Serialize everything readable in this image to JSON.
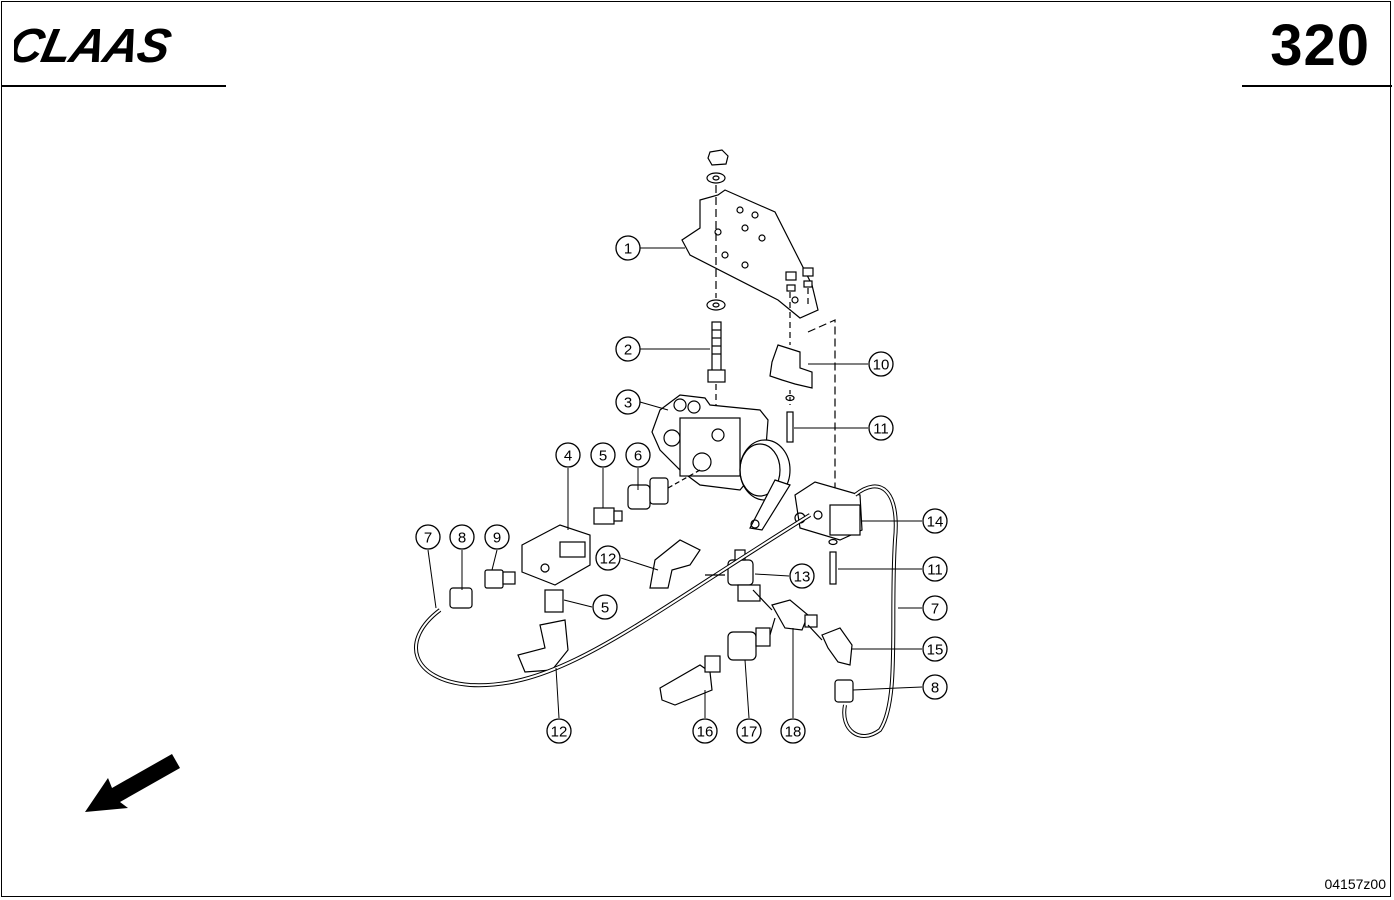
{
  "brand": "CLAAS",
  "page_number": "320",
  "drawing_code": "04157z00",
  "callouts": [
    {
      "label": "1"
    },
    {
      "label": "2"
    },
    {
      "label": "3"
    },
    {
      "label": "4"
    },
    {
      "label": "5"
    },
    {
      "label": "6"
    },
    {
      "label": "10"
    },
    {
      "label": "11"
    },
    {
      "label": "7"
    },
    {
      "label": "8"
    },
    {
      "label": "9"
    },
    {
      "label": "12"
    },
    {
      "label": "5"
    },
    {
      "label": "13"
    },
    {
      "label": "14"
    },
    {
      "label": "11"
    },
    {
      "label": "7"
    },
    {
      "label": "15"
    },
    {
      "label": "8"
    },
    {
      "label": "12"
    },
    {
      "label": "16"
    },
    {
      "label": "17"
    },
    {
      "label": "18"
    }
  ],
  "icons": [
    "claas-logo",
    "direction-arrow-icon"
  ]
}
